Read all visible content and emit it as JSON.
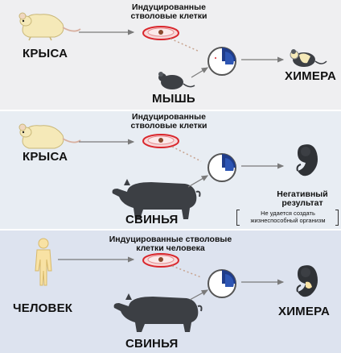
{
  "panel1": {
    "cells_caption_line1": "Индуцированные",
    "cells_caption_line2": "стволовые клетки",
    "donor_label": "КРЫСА",
    "host_label": "МЫШЬ",
    "result_label": "ХИМЕРА"
  },
  "panel2": {
    "cells_caption_line1": "Индуцированные",
    "cells_caption_line2": "стволовые клетки",
    "donor_label": "КРЫСА",
    "host_label": "СВИНЬЯ",
    "result_line1": "Негативный",
    "result_line2": "результат",
    "note_line1": "Не удается создать",
    "note_line2": "жизнеспособный организм"
  },
  "panel3": {
    "cells_caption_line1": "Индуцированные стволовые",
    "cells_caption_line2": "клетки человека",
    "donor_label": "ЧЕЛОВЕК",
    "host_label": "СВИНЬЯ",
    "result_label": "ХИМЕРА"
  },
  "colors": {
    "arrow": "#7a7a7a",
    "dish_red": "#d9262c",
    "rat_fill": "#f5e9b8",
    "human_fill": "#f8e2a4",
    "pig_fill": "#3c3f44",
    "embryo_fill": "#2f3236",
    "blastocyst_blue": "#1f3c8a"
  }
}
